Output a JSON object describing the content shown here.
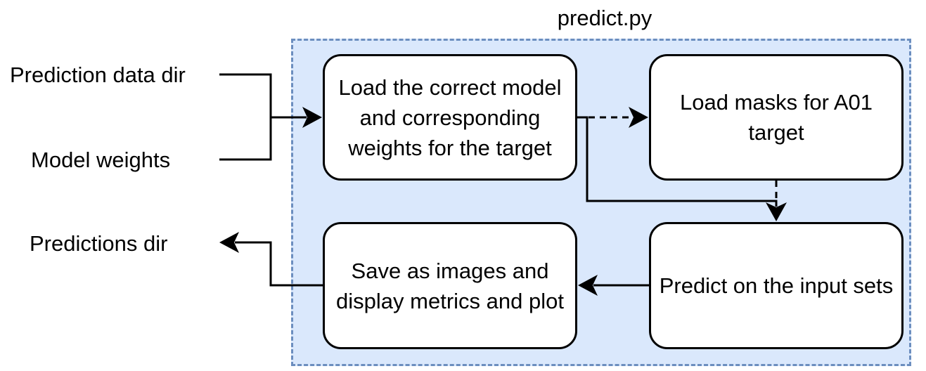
{
  "container": {
    "title": "predict.py",
    "fill_color": "#dae8fc",
    "border_color": "#6c8ebf"
  },
  "inputs": {
    "prediction_data_dir": "Prediction data dir",
    "model_weights": "Model weights"
  },
  "outputs": {
    "predictions_dir": "Predictions dir"
  },
  "steps": {
    "load_model": "Load the correct model and corresponding weights for the target",
    "load_masks": "Load masks for A01 target",
    "predict": "Predict on the input sets",
    "save": "Save as images and display metrics and plot"
  }
}
